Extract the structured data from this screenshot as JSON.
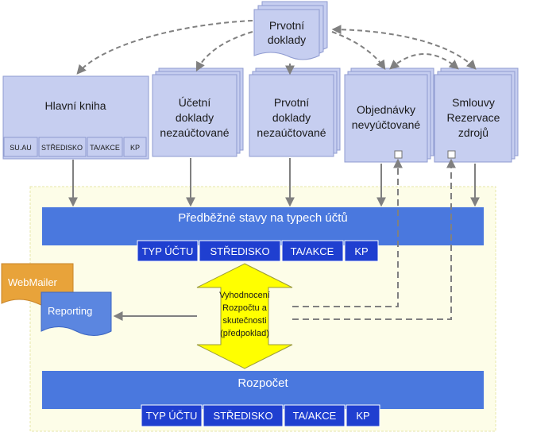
{
  "documents": {
    "top": {
      "line1": "Prvotní",
      "line2": "doklady"
    }
  },
  "sources": [
    {
      "lines": [
        "Hlavní kniha"
      ]
    },
    {
      "lines": [
        "Účetní",
        "doklady",
        "nezaúčtované"
      ]
    },
    {
      "lines": [
        "Prvotní",
        "doklady",
        "nezaúčtované"
      ]
    },
    {
      "lines": [
        "Objednávky",
        "nevyúčtované"
      ]
    },
    {
      "lines": [
        "Smlouvy",
        "Rezervace",
        "zdrojů"
      ]
    }
  ],
  "ledger_cells": [
    "SU.AU",
    "STŘEDISKO",
    "TA/AKCE",
    "KP"
  ],
  "preliminary": {
    "title": "Předběžné stavy na typech účtů",
    "tags": [
      "TYP ÚČTU",
      "STŘEDISKO",
      "TA/AKCE",
      "KP"
    ]
  },
  "budget": {
    "title": "Rozpočet",
    "tags": [
      "TYP ÚČTU",
      "STŘEDISKO",
      "TA/AKCE",
      "KP"
    ]
  },
  "evaluation": {
    "lines": [
      "Vyhodnocení",
      "Rozpočtu a",
      "skutečnosti",
      "(předpoklad)"
    ]
  },
  "outputs": {
    "webmailer": "WebMailer",
    "reporting": "Reporting"
  },
  "colors": {
    "box_fill": "#c6cef0",
    "box_border": "#8f9bd0",
    "bar_fill": "#4a78de",
    "tag_fill": "#1f3fd0",
    "zone_fill": "#fdfde8",
    "zone_border": "#e6e6a8",
    "arrow_yellow": "#ffff00",
    "webmailer_fill": "#e8a33a",
    "reporting_fill": "#5b86e0",
    "connector": "#808080"
  }
}
